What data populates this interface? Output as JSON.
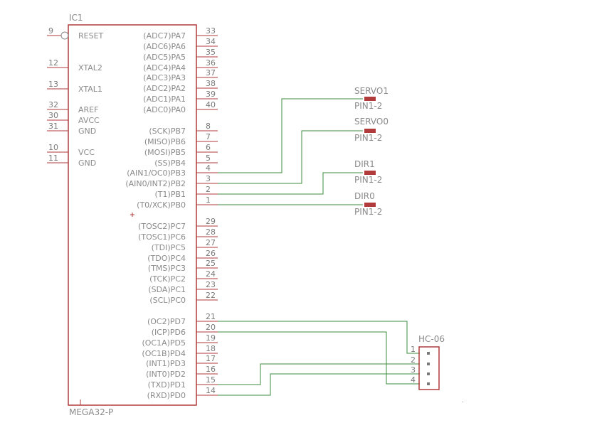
{
  "ic": {
    "name": "IC1",
    "value": "MEGA32-P",
    "left_pins": [
      {
        "num": "9",
        "label": "RESET",
        "inverted": true
      },
      {
        "num": "12",
        "label": "XTAL2"
      },
      {
        "num": "13",
        "label": "XTAL1"
      },
      {
        "num": "32",
        "label": "AREF"
      },
      {
        "num": "30",
        "label": "AVCC"
      },
      {
        "num": "31",
        "label": "GND"
      },
      {
        "num": "10",
        "label": "VCC"
      },
      {
        "num": "11",
        "label": "GND"
      }
    ],
    "right_pins": [
      {
        "num": "33",
        "label": "(ADC7)PA7"
      },
      {
        "num": "34",
        "label": "(ADC6)PA6"
      },
      {
        "num": "35",
        "label": "(ADC5)PA5"
      },
      {
        "num": "36",
        "label": "(ADC4)PA4"
      },
      {
        "num": "37",
        "label": "(ADC3)PA3"
      },
      {
        "num": "38",
        "label": "(ADC2)PA2"
      },
      {
        "num": "39",
        "label": "(ADC1)PA1"
      },
      {
        "num": "40",
        "label": "(ADC0)PA0"
      },
      {
        "num": "8",
        "label": "(SCK)PB7"
      },
      {
        "num": "7",
        "label": "(MISO)PB6"
      },
      {
        "num": "6",
        "label": "(MOSI)PB5"
      },
      {
        "num": "5",
        "label": "(SS)PB4"
      },
      {
        "num": "4",
        "label": "(AIN1/OC0)PB3"
      },
      {
        "num": "3",
        "label": "(AIN0/INT2)PB2"
      },
      {
        "num": "2",
        "label": "(T1)PB1"
      },
      {
        "num": "1",
        "label": "(T0/XCK)PB0"
      },
      {
        "num": "29",
        "label": "(TOSC2)PC7"
      },
      {
        "num": "28",
        "label": "(TOSC1)PC6"
      },
      {
        "num": "27",
        "label": "(TDI)PC5"
      },
      {
        "num": "26",
        "label": "(TDO)PC4"
      },
      {
        "num": "25",
        "label": "(TMS)PC3"
      },
      {
        "num": "24",
        "label": "(TCK)PC2"
      },
      {
        "num": "23",
        "label": "(SDA)PC1"
      },
      {
        "num": "22",
        "label": "(SCL)PC0"
      },
      {
        "num": "21",
        "label": "(OC2)PD7"
      },
      {
        "num": "20",
        "label": "(ICP)PD6"
      },
      {
        "num": "19",
        "label": "(OC1A)PD5"
      },
      {
        "num": "18",
        "label": "(OC1B)PD4"
      },
      {
        "num": "17",
        "label": "(INT1)PD3"
      },
      {
        "num": "16",
        "label": "(INT0)PD2"
      },
      {
        "num": "15",
        "label": "(TXD)PD1"
      },
      {
        "num": "14",
        "label": "(RXD)PD0"
      }
    ]
  },
  "connectors": [
    {
      "name": "SERVO1",
      "value": "PIN1-2"
    },
    {
      "name": "SERVO0",
      "value": "PIN1-2"
    },
    {
      "name": "DIR1",
      "value": "PIN1-2"
    },
    {
      "name": "DIR0",
      "value": "PIN1-2"
    }
  ],
  "bluetooth": {
    "name": "HC-06",
    "pins": [
      "1",
      "2",
      "3",
      "4"
    ]
  },
  "colors": {
    "symbol": "#b13a3a",
    "wire": "#3c8c3c",
    "text": "#8a8a8a"
  }
}
